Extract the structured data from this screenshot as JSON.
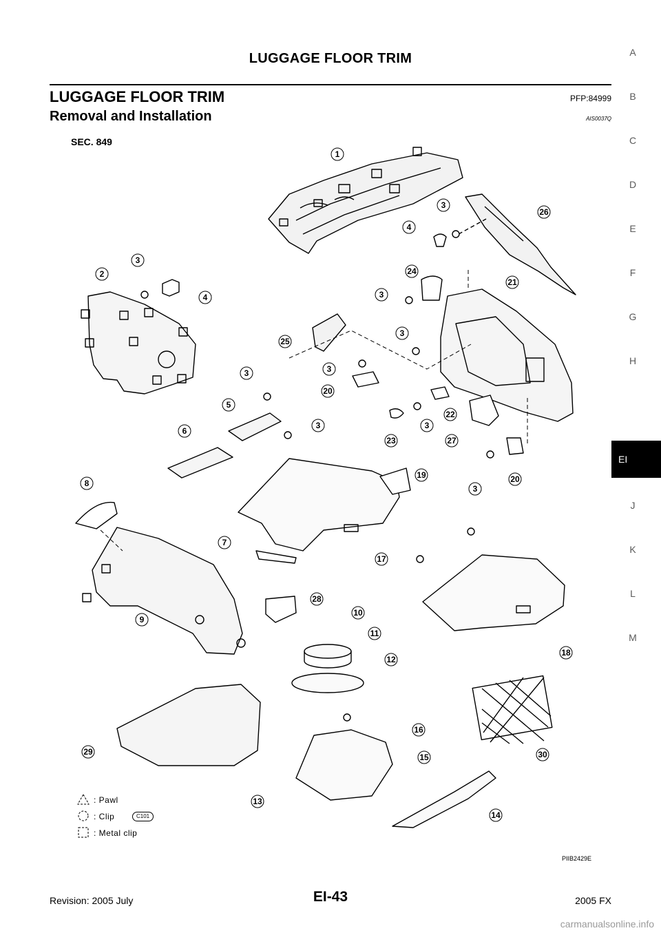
{
  "header": {
    "title": "LUGGAGE FLOOR TRIM"
  },
  "section": {
    "title": "LUGGAGE FLOOR TRIM",
    "pfp": "PFP:84999",
    "subtitle": "Removal and Installation",
    "code": "AIS0037Q"
  },
  "figure": {
    "sec": "SEC. 849",
    "code": "PIIB2429E",
    "callouts": [
      "1",
      "2",
      "3",
      "3",
      "3",
      "3",
      "3",
      "3",
      "3",
      "3",
      "3",
      "4",
      "4",
      "5",
      "6",
      "7",
      "8",
      "9",
      "10",
      "11",
      "12",
      "13",
      "14",
      "15",
      "16",
      "17",
      "18",
      "19",
      "20",
      "20",
      "21",
      "22",
      "23",
      "24",
      "25",
      "26",
      "27",
      "28",
      "29",
      "30"
    ]
  },
  "legend": {
    "pawl": ": Pawl",
    "clip": ": Clip",
    "clip_code": "C101",
    "metal_clip": ": Metal clip"
  },
  "side_index": [
    "A",
    "B",
    "C",
    "D",
    "E",
    "F",
    "G",
    "H",
    "EI",
    "J",
    "K",
    "L",
    "M"
  ],
  "side_index_active": "EI",
  "footer": {
    "revision": "Revision: 2005 July",
    "page": "EI-43",
    "model": "2005 FX"
  },
  "watermark": "carmanualsonline.info"
}
